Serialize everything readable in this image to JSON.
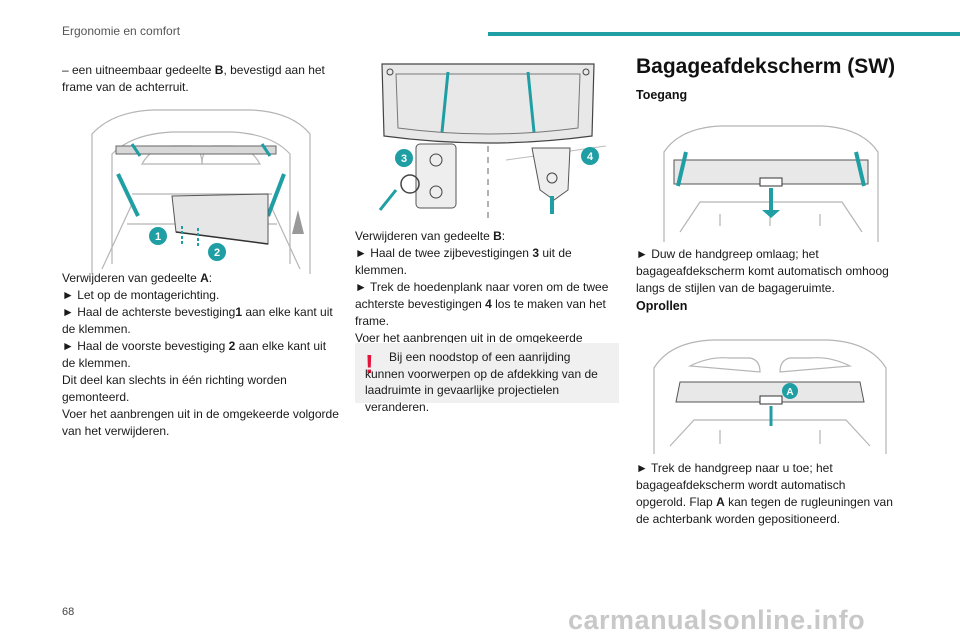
{
  "header": {
    "section": "Ergonomie en comfort",
    "accent_color": "#1f9ea3"
  },
  "page_number": "68",
  "watermark": "carmanualsonline.info",
  "left_col": {
    "intro": [
      "– een uitneembaar gedeelte ",
      "B",
      ", bevestigd aan het frame van de achterruit."
    ],
    "figure_labels": [
      "1",
      "2"
    ],
    "lines": {
      "l1a": "Verwijderen van gedeelte ",
      "l1b": "A",
      "l1c": ":",
      "l2": "► Let op de montagerichting.",
      "l3a": "► Haal de achterste bevestiging",
      "l3b": "1",
      "l3c": " aan elke kant uit de klemmen.",
      "l4a": "► Haal de voorste bevestiging ",
      "l4b": "2",
      "l4c": " aan elke kant uit de klemmen.",
      "l5": "Dit deel kan slechts in één richting worden gemonteerd.",
      "l6": "Voer het aanbrengen uit in de omgekeerde volgorde van het verwijderen."
    }
  },
  "mid_col": {
    "figure_labels": [
      "3",
      "4"
    ],
    "lines": {
      "m1a": "Verwijderen van gedeelte ",
      "m1b": "B",
      "m1c": ":",
      "m2a": "► Haal de twee zijbevestigingen ",
      "m2b": "3",
      "m2c": " uit de klemmen.",
      "m3a": "► Trek de hoedenplank naar voren om de twee achterste bevestigingen ",
      "m3b": "4",
      "m3c": " los te maken van het frame.",
      "m4": "Voer het aanbrengen uit in de omgekeerde volgorde van het verwijderen."
    },
    "warning": {
      "icon": "!",
      "text": "Bij een noodstop of een aanrijding kunnen voorwerpen op de afdekking van de laadruimte in gevaarlijke projectielen veranderen."
    }
  },
  "right_col": {
    "title": "Bagageafdekscherm (SW)",
    "toegang": {
      "heading": "Toegang",
      "text": "► Duw de handgreep omlaag; het bagageafdekscherm komt automatisch omhoog langs de stijlen van de bagageruimte."
    },
    "oprollen": {
      "heading": "Oprollen",
      "figure_label": "A",
      "text_a": "► Trek de handgreep naar u toe; het bagageafdekscherm wordt automatisch opgerold. Flap ",
      "text_b": "A",
      "text_c": " kan tegen de rugleuningen van de achterbank worden gepositioneerd."
    }
  }
}
